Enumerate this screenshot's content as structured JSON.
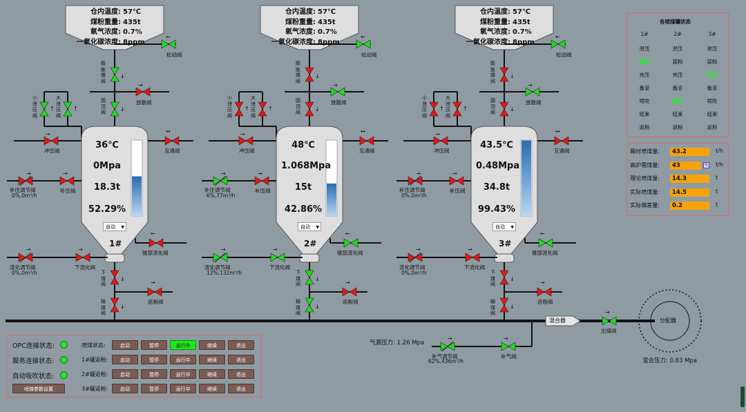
{
  "hoppers": [
    {
      "labels": [
        "仓内温度:",
        "煤粉重量:",
        "氧气浓度:",
        "一氧化碳浓度:"
      ],
      "values": [
        "57℃",
        "435t",
        "0.7%",
        "8ppm"
      ]
    },
    {
      "labels": [
        "仓内温度:",
        "煤粉重量:",
        "氧气浓度:",
        "一氧化碳浓度:"
      ],
      "values": [
        "57℃",
        "435t",
        "0.7%",
        "8ppm"
      ]
    },
    {
      "labels": [
        "仓内温度:",
        "煤粉重量:",
        "氧气浓度:",
        "一氧化碳浓度:"
      ],
      "values": [
        "57℃",
        "435t",
        "0.7%",
        "8ppm"
      ]
    }
  ],
  "tanks": [
    {
      "temp": "36℃",
      "pressure": "0Mpa",
      "weight": "18.3t",
      "level_text": "52.29%",
      "level": 0.5229,
      "mode": "自动",
      "no": "1#"
    },
    {
      "temp": "48℃",
      "pressure": "1.068Mpa",
      "weight": "15t",
      "level_text": "42.86%",
      "level": 0.4286,
      "mode": "自动",
      "no": "2#"
    },
    {
      "temp": "43.5℃",
      "pressure": "0.48Mpa",
      "weight": "34.8t",
      "level_text": "99.43%",
      "level": 0.9943,
      "mode": "自动",
      "no": "3#"
    }
  ],
  "valve_labels": {
    "loose": "松动阀",
    "expand": "膨胀蝶阀",
    "release": "放散阀",
    "small_press": "小泄压阀",
    "big_press": "大泄压阀",
    "round_top": "圆顶阀",
    "flush": "冲压阀",
    "interconnect": "互通阀",
    "boost_adjust": "补压调节阀",
    "boost": "补压阀",
    "fluid_adjust": "流化调节阀",
    "lower_fluid": "下流化阀",
    "cone_fluid": "锥部流化阀",
    "lower_coal": "下煤阀",
    "coal_transfer": "输煤阀",
    "return": "返粉阀",
    "out_coal": "出煤阀",
    "boost_gas_adjust": "补气调节阀",
    "boost_gas": "补气阀"
  },
  "valve_values": {
    "boost_adjust": [
      "0%,0m³/h",
      "6%,77m³/h",
      "0%,0m³/h"
    ],
    "fluid_adjust": [
      "0%,0m³/h",
      "12%,132m³/h",
      "0%,0m³/h"
    ],
    "boost_gas_adjust": "62%,436m³/h"
  },
  "mixer": "混合器",
  "distributor": "分配器",
  "gas_pressure": "气源压力: 1.26  Mpa",
  "mix_pressure": "混合压力: 0.83  Mpa",
  "status_panel": {
    "title": "各喷煤罐状态",
    "headers": [
      "1#",
      "2#",
      "3#"
    ],
    "rows": [
      [
        "泄压",
        "泄压",
        "泄压"
      ],
      [
        "装粉",
        "装粉",
        "装粉"
      ],
      [
        "充压",
        "充压",
        "充压"
      ],
      [
        "备妥",
        "备妥",
        "备妥"
      ],
      [
        "喷吹",
        "喷吹",
        "喷吹"
      ],
      [
        "结束",
        "结束",
        "结束"
      ],
      [
        "返粉",
        "返粉",
        "返粉"
      ]
    ],
    "active": [
      [
        1,
        0
      ],
      [
        4,
        1
      ],
      [
        2,
        2
      ]
    ]
  },
  "metrics": [
    {
      "label": "瞬时喷煤量:",
      "value": "43.2",
      "unit": "t/h"
    },
    {
      "label": "高炉需煤量:",
      "value": "43",
      "unit": "t/h"
    },
    {
      "label": "理论喷煤量:",
      "value": "14.3",
      "unit": "t"
    },
    {
      "label": "实际喷煤量:",
      "value": "14.5",
      "unit": "t"
    },
    {
      "label": "实际偏差量:",
      "value": "0.2",
      "unit": "t"
    }
  ],
  "controls": {
    "conn": [
      {
        "label": "OPC连接状态:"
      },
      {
        "label": "服务连接状态:"
      },
      {
        "label": "自动吸吹状态:"
      }
    ],
    "settings_btn": "喷煤参数设置",
    "groups": [
      {
        "label": "喷煤状态:",
        "buttons": [
          "启动",
          "暂停",
          "运行中",
          "继续",
          "退出"
        ],
        "running": true
      },
      {
        "label": "1#罐返粉:",
        "buttons": [
          "启动",
          "暂停",
          "运行中",
          "继续",
          "退出"
        ],
        "running": false
      },
      {
        "label": "2#罐返粉:",
        "buttons": [
          "启动",
          "暂停",
          "运行中",
          "继续",
          "退出"
        ],
        "running": false
      },
      {
        "label": "3#罐返粉:",
        "buttons": [
          "启动",
          "暂停",
          "运行中",
          "继续",
          "退出"
        ],
        "running": false
      }
    ]
  },
  "colors": {
    "valve_red": "#e01818",
    "valve_green": "#1fdc1f",
    "fill_blue": "#2b6cb4",
    "accent_orange": "#f5a30d",
    "panel_border": "#d26b6b",
    "bg": "#8f9ba2"
  }
}
